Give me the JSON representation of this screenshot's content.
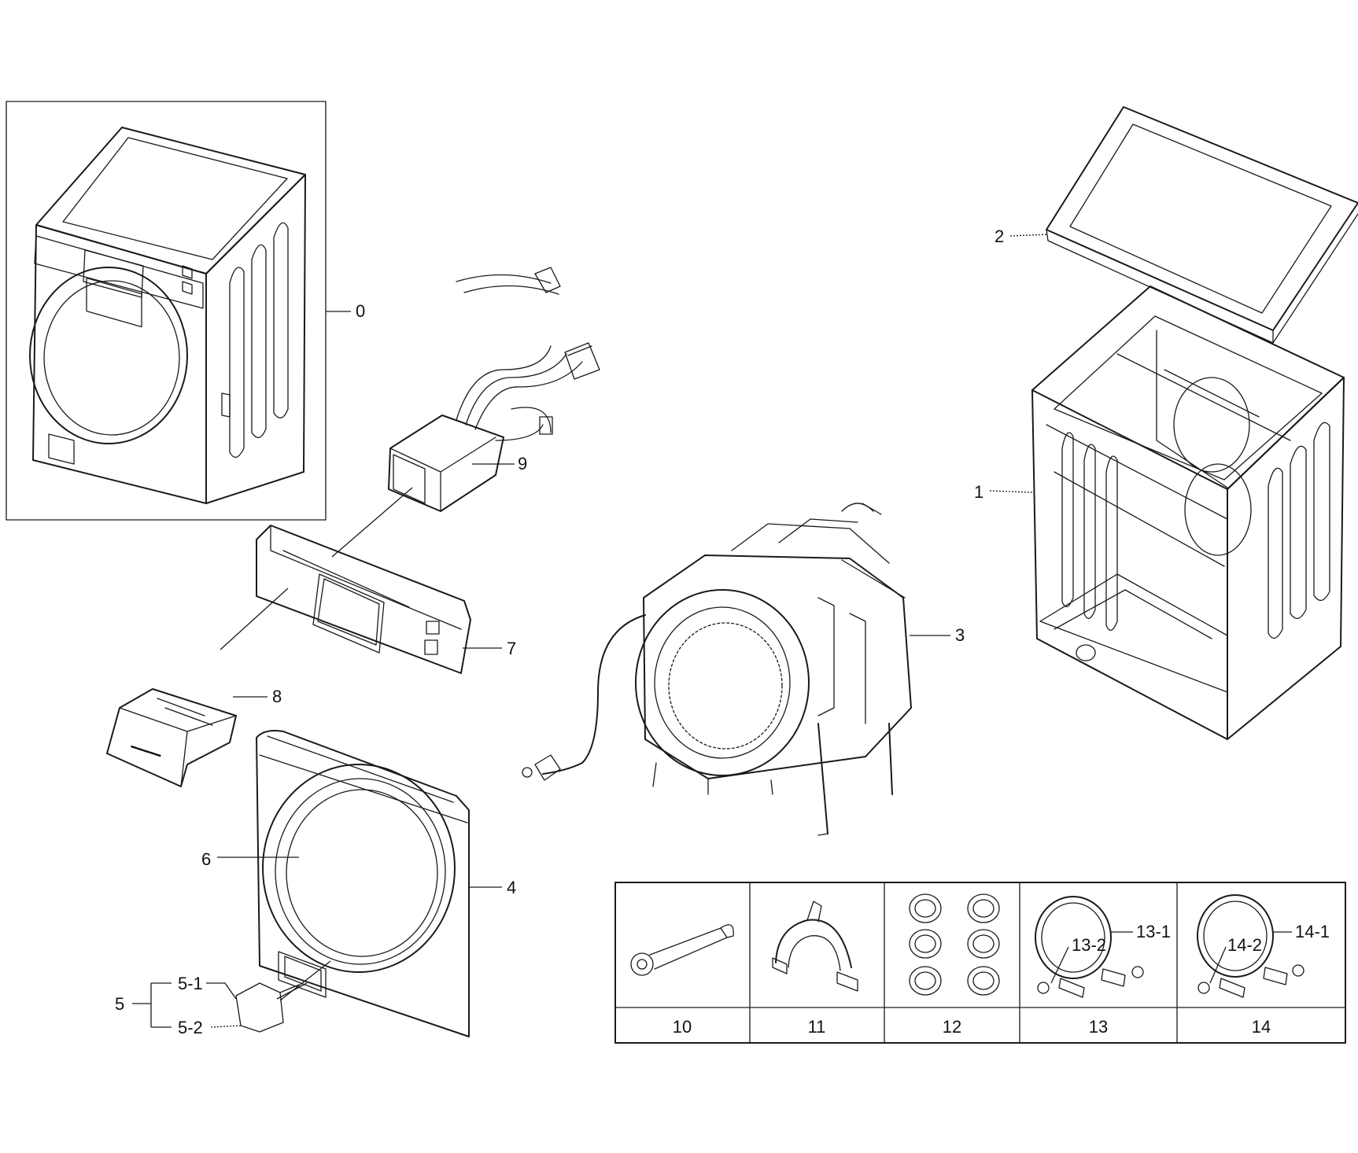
{
  "callouts": {
    "c0": "0",
    "c1": "1",
    "c2": "2",
    "c3": "3",
    "c4": "4",
    "c5": "5",
    "c5_1": "5-1",
    "c5_2": "5-2",
    "c6": "6",
    "c7": "7",
    "c8": "8",
    "c9": "9",
    "c13_1": "13-1",
    "c13_2": "13-2",
    "c14_1": "14-1",
    "c14_2": "14-2"
  },
  "accessory_table": {
    "columns": [
      "10",
      "11",
      "12",
      "13",
      "14"
    ]
  },
  "colors": {
    "line": "#1a1a1a",
    "background": "#ffffff"
  }
}
